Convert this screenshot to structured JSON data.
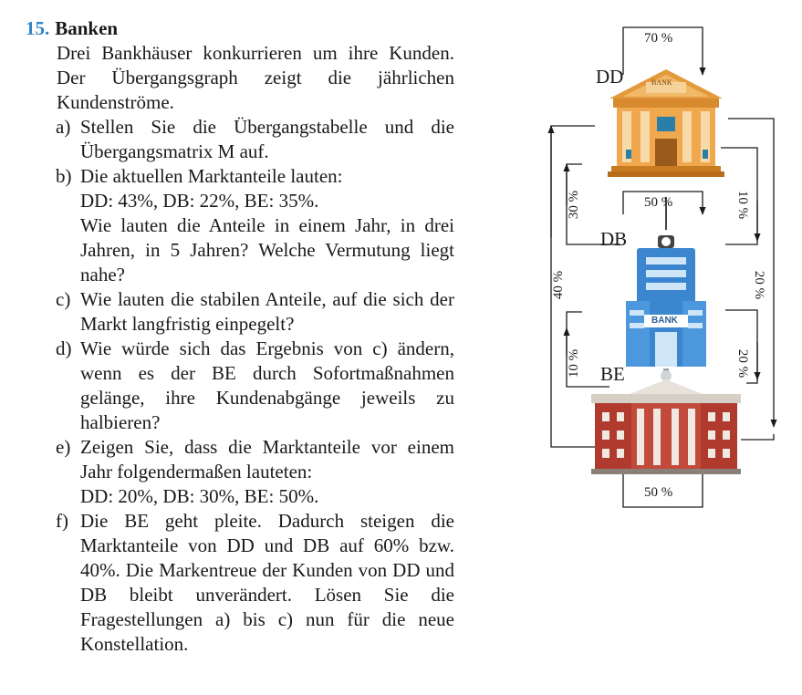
{
  "problem": {
    "number": "15.",
    "title": "Banken",
    "intro": "Drei Bankhäuser konkurrieren um ihre Kunden. Der Übergangsgraph zeigt die jährlichen Kundenströme.",
    "items": [
      {
        "label": "a)",
        "text": "Stellen Sie die Übergangstabelle und die Übergangsmatrix M auf."
      },
      {
        "label": "b)",
        "text": "Die aktuellen Marktanteile lauten:",
        "line2": "DD: 43%, DB: 22%, BE: 35%.",
        "line3": "Wie lauten die Anteile in einem Jahr, in drei Jahren, in 5 Jahren? Welche Vermutung liegt nahe?"
      },
      {
        "label": "c)",
        "text": "Wie lauten die stabilen Anteile, auf die sich der Markt langfristig einpegelt?"
      },
      {
        "label": "d)",
        "text": "Wie würde sich das Ergebnis von c) ändern, wenn es der BE durch Sofortmaßnahmen gelänge, ihre Kundenabgänge jeweils zu halbieren?"
      },
      {
        "label": "e)",
        "text": "Zeigen Sie, dass die Marktanteile vor einem Jahr folgendermaßen lauteten:",
        "line2": "DD: 20%, DB: 30%, BE: 50%."
      },
      {
        "label": "f)",
        "text": "Die BE geht pleite. Dadurch steigen die Marktanteile von DD und DB auf 60% bzw. 40%. Die Markentreue der Kunden von DD und DB bleibt unverändert. Lösen Sie die Fragestellungen a) bis c) nun für die neue Konstellation."
      }
    ]
  },
  "diagram": {
    "nodes": {
      "dd": "DD",
      "db": "DB",
      "be": "BE"
    },
    "signs": {
      "dd": "BANK",
      "db": "BANK",
      "db_coin": "$"
    },
    "edges": {
      "dd_self": "70 %",
      "db_self": "50 %",
      "be_self": "50 %",
      "db_to_dd": "30 %",
      "be_to_dd": "40 %",
      "be_to_db": "10 %",
      "dd_to_db": "10 %",
      "dd_to_be": "20 %",
      "db_to_be": "20 %"
    },
    "colors": {
      "number": "#2f86c9",
      "dd_roof": "#e39a3c",
      "db_blue": "#3b86cf",
      "be_brick": "#b03a2e"
    }
  }
}
